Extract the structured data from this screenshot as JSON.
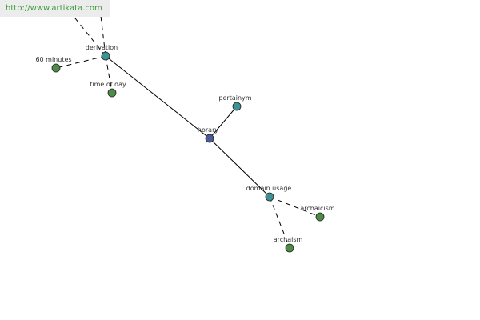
{
  "watermark": {
    "url": "http://www.artikata.com"
  },
  "colors": {
    "center_node": "#4a5b97",
    "hub_node": "#3d9392",
    "leaf_node": "#4e8a48",
    "url_text": "#3a9b3a",
    "edge": "#000000"
  },
  "graph": {
    "nodes": [
      {
        "id": "horary",
        "label": "horary",
        "kind": "center"
      },
      {
        "id": "derivation",
        "label": "derivation",
        "kind": "hub"
      },
      {
        "id": "pertainym",
        "label": "pertainym",
        "kind": "hub"
      },
      {
        "id": "domain_usage",
        "label": "domain usage",
        "kind": "hub"
      },
      {
        "id": "sixty_minutes",
        "label": "60 minutes",
        "kind": "leaf"
      },
      {
        "id": "time_of_day",
        "label": "time of day",
        "kind": "leaf"
      },
      {
        "id": "archaicism",
        "label": "archaicism",
        "kind": "leaf"
      },
      {
        "id": "archaism",
        "label": "archaism",
        "kind": "leaf"
      }
    ],
    "edges": [
      {
        "from": "horary",
        "to": "derivation",
        "style": "solid"
      },
      {
        "from": "horary",
        "to": "pertainym",
        "style": "solid"
      },
      {
        "from": "horary",
        "to": "domain_usage",
        "style": "solid"
      },
      {
        "from": "derivation",
        "to": "sixty_minutes",
        "style": "dashed"
      },
      {
        "from": "derivation",
        "to": "time_of_day",
        "style": "dashed"
      },
      {
        "from": "domain_usage",
        "to": "archaicism",
        "style": "dashed"
      },
      {
        "from": "domain_usage",
        "to": "archaism",
        "style": "dashed"
      }
    ]
  }
}
